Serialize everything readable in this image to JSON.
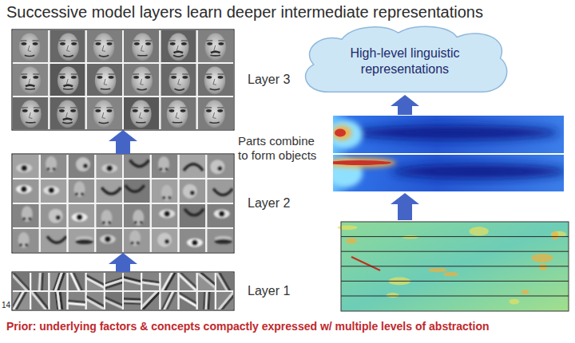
{
  "diagram": {
    "title": "Successive model layers learn deeper intermediate representations",
    "caption": "Prior: underlying factors & concepts compactly expressed w/ multiple levels of abstraction",
    "nodes": [
      {
        "text": [
          "Layer 3"
        ]
      },
      {
        "text": [
          "Layer 2"
        ]
      },
      {
        "text": [
          "Layer 1"
        ]
      },
      {
        "text": [
          "High-level linguistic representations"
        ]
      }
    ],
    "edges": [
      {
        "from": 2,
        "to": 1,
        "arrow": "to"
      },
      {
        "from": 1,
        "to": 0,
        "arrow": "to"
      }
    ],
    "labels": [
      "Parts combine to form objects",
      "14"
    ]
  }
}
